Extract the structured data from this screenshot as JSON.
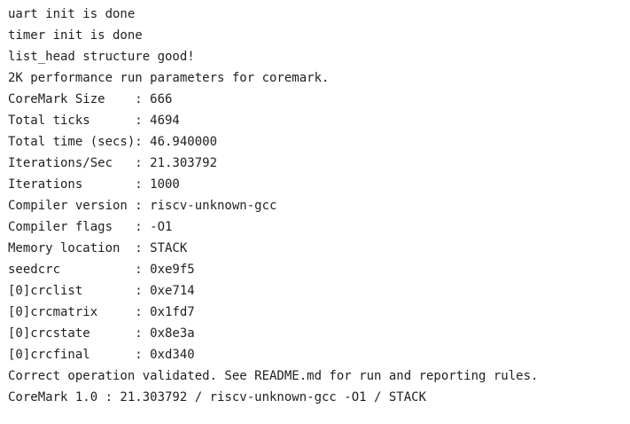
{
  "console": {
    "lines": [
      "uart init is done",
      "timer init is done",
      "list_head structure good!",
      "2K performance run parameters for coremark.",
      "CoreMark Size    : 666",
      "Total ticks      : 4694",
      "Total time (secs): 46.940000",
      "Iterations/Sec   : 21.303792",
      "Iterations       : 1000",
      "Compiler version : riscv-unknown-gcc",
      "Compiler flags   : -O1",
      "Memory location  : STACK",
      "seedcrc          : 0xe9f5",
      "[0]crclist       : 0xe714",
      "[0]crcmatrix     : 0x1fd7",
      "[0]crcstate      : 0x8e3a",
      "[0]crcfinal      : 0xd340",
      "Correct operation validated. See README.md for run and reporting rules.",
      "CoreMark 1.0 : 21.303792 / riscv-unknown-gcc -O1 / STACK"
    ]
  },
  "colors": {
    "background": "#ffffff",
    "text": "#1f1f1f"
  }
}
